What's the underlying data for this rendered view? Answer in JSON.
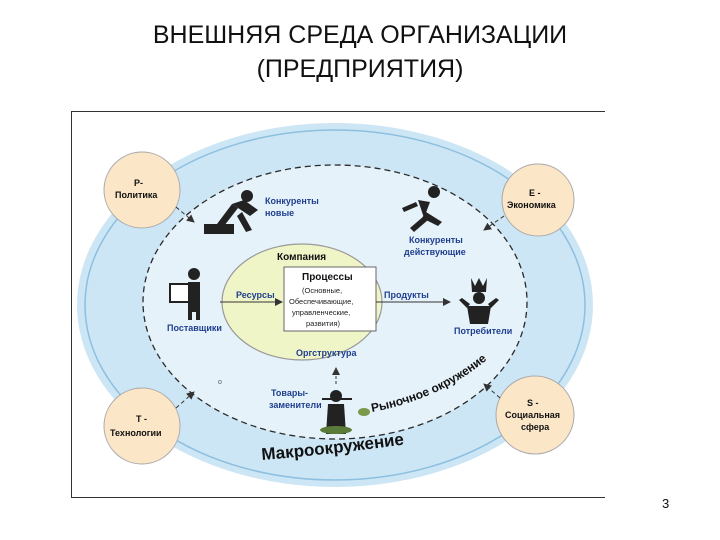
{
  "title": {
    "line1": "ВНЕШНЯЯ СРЕДА ОРГАНИЗАЦИИ",
    "line2": "(ПРЕДПРИЯТИЯ)"
  },
  "colors": {
    "outer_ring": "#cde6f5",
    "macro_ring": "#b9dcf0",
    "inner_field": "#e6f2fa",
    "company_ellipse": "#f0f5c8",
    "factor_circle": "#fbe6c8",
    "accent_blue": "#1f3f8f",
    "arrow": "#333333"
  },
  "factors": {
    "politics": {
      "line1": "P-",
      "line2": "Политика"
    },
    "economics": {
      "line1": "E -",
      "line2": "Экономика"
    },
    "technology": {
      "line1": "T -",
      "line2": "Технологии"
    },
    "social": {
      "line1": "S -",
      "line2": "Социальная",
      "line3": "сфера"
    }
  },
  "market": {
    "new_competitors": {
      "line1": "Конкуренты",
      "line2": "новые",
      "icon": "climber-icon"
    },
    "existing_competitors": {
      "line1": "Конкуренты",
      "line2": "действующие",
      "icon": "runner-icon"
    },
    "suppliers": {
      "label": "Поставщики",
      "icon": "supplier-person-icon"
    },
    "consumers": {
      "label": "Потребители",
      "icon": "crowned-person-icon"
    },
    "substitutes": {
      "line1": "Товары-",
      "line2": "заменители",
      "icon": "waiter-icon"
    }
  },
  "company": {
    "title": "Компания",
    "processes_title": "Процессы",
    "processes_line1": "(Основные,",
    "processes_line2": "Обеспечивающие,",
    "processes_line3": "управленческие,",
    "processes_line4": "развития)",
    "resources": "Ресурсы",
    "products": "Продукты",
    "org_structure": "Оргструктура"
  },
  "labels": {
    "market_environment": "Рыночное окружение",
    "macro_environment": "Макроокружение",
    "small_mark": "о"
  },
  "page_number": "3"
}
